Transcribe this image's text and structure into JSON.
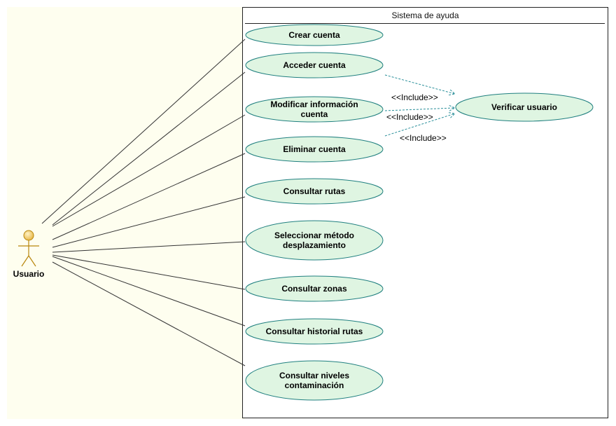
{
  "system": {
    "title": "Sistema de ayuda"
  },
  "actor": {
    "name": "Usuario"
  },
  "use_cases": [
    {
      "id": "uc1",
      "lines": [
        "Crear cuenta"
      ]
    },
    {
      "id": "uc2",
      "lines": [
        "Acceder cuenta"
      ]
    },
    {
      "id": "uc3",
      "lines": [
        "Modificar información",
        "cuenta"
      ]
    },
    {
      "id": "uc4",
      "lines": [
        "Eliminar cuenta"
      ]
    },
    {
      "id": "uc5",
      "lines": [
        "Consultar rutas"
      ]
    },
    {
      "id": "uc6",
      "lines": [
        "Seleccionar método",
        "desplazamiento"
      ]
    },
    {
      "id": "uc7",
      "lines": [
        "Consultar zonas"
      ]
    },
    {
      "id": "uc8",
      "lines": [
        "Consultar historial rutas"
      ]
    },
    {
      "id": "uc9",
      "lines": [
        "Consultar niveles",
        "contaminación"
      ]
    },
    {
      "id": "uc10",
      "lines": [
        "Verificar usuario"
      ]
    }
  ],
  "associations": [
    "uc1",
    "uc2",
    "uc3",
    "uc4",
    "uc5",
    "uc6",
    "uc7",
    "uc8",
    "uc9"
  ],
  "includes": [
    {
      "from": "uc2",
      "to": "uc10",
      "label": "<<Include>>"
    },
    {
      "from": "uc3",
      "to": "uc10",
      "label": "<<Include>>"
    },
    {
      "from": "uc4",
      "to": "uc10",
      "label": "<<Include>>"
    }
  ],
  "colors": {
    "use_case_fill": "#dff5e2",
    "use_case_stroke": "#1f7f7f",
    "include_line": "#2a8f9a",
    "association_line": "#333333",
    "actor_head": "#e8b84a",
    "actor_body": "#b8860b",
    "panel_bg": "#fefeef"
  }
}
